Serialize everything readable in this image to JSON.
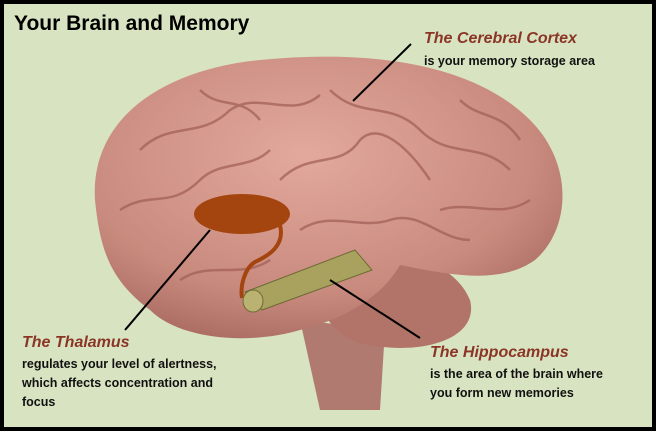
{
  "title": "Your Brain and Memory",
  "labels": {
    "cortex": {
      "name": "The Cerebral Cortex",
      "desc": "is your memory storage area"
    },
    "thalamus": {
      "name": "The Thalamus",
      "desc": [
        "regulates your level of alertness,",
        "which affects concentration and",
        "focus"
      ]
    },
    "hippocampus": {
      "name": "The Hippocampus",
      "desc": [
        "is the area of the brain where",
        "you form new memories"
      ]
    }
  },
  "colors": {
    "background": "#d8e4c1",
    "label": "#8b3527",
    "brain": "#cf8e82",
    "thalamus": "#a4450f",
    "hippocampus": "#a9a25f"
  }
}
